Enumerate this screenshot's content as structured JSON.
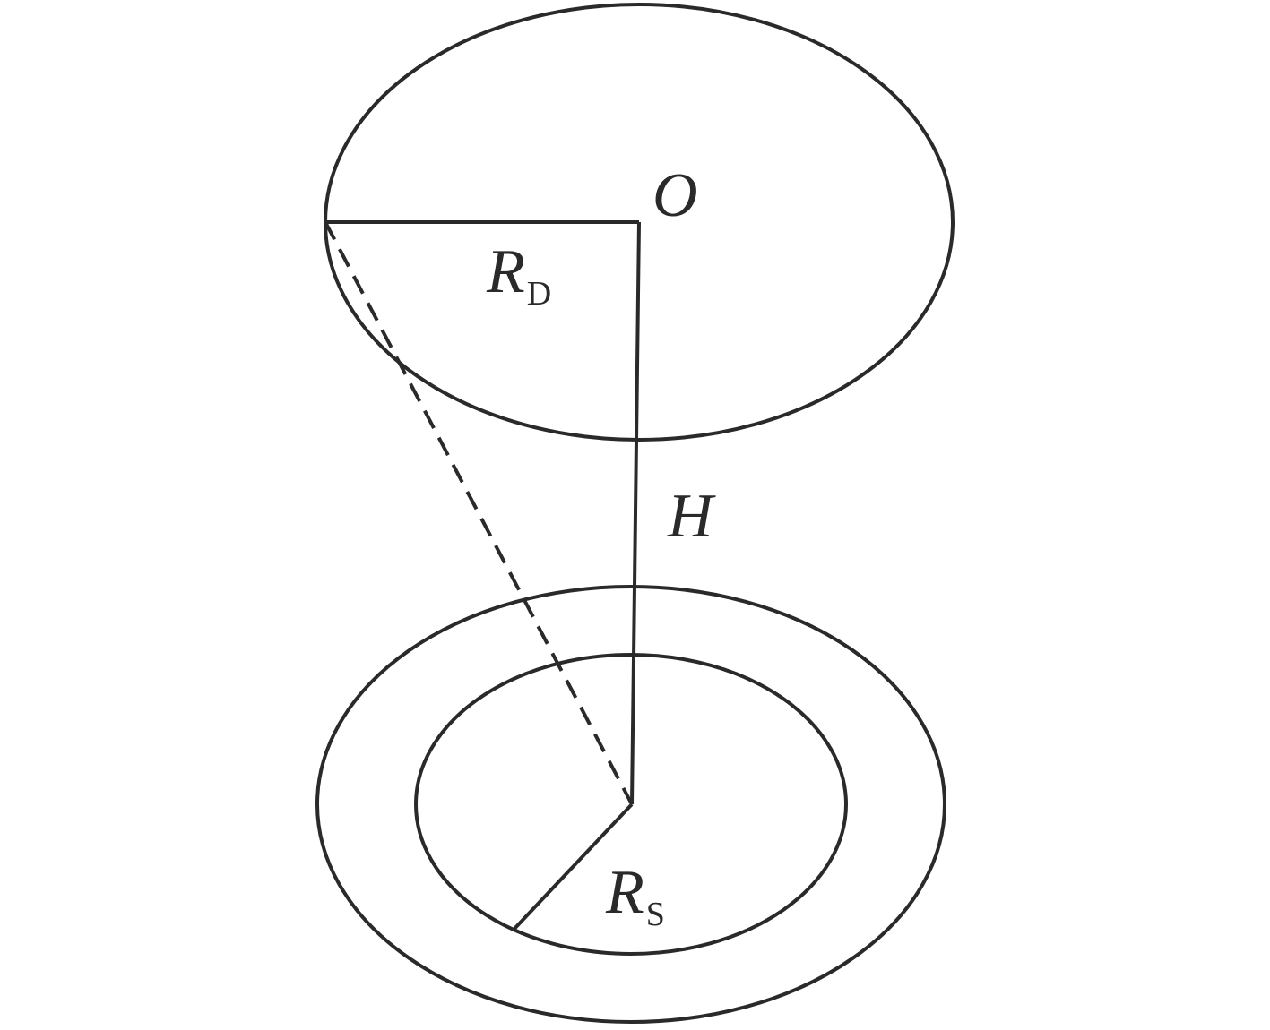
{
  "labels": {
    "center": "O",
    "height": "H",
    "detector_radius": {
      "symbol": "R",
      "subscript": "D"
    },
    "source_radius": {
      "symbol": "R",
      "subscript": "S"
    }
  },
  "colors": {
    "stroke": "#2a2a2a",
    "background": "#ffffff"
  }
}
